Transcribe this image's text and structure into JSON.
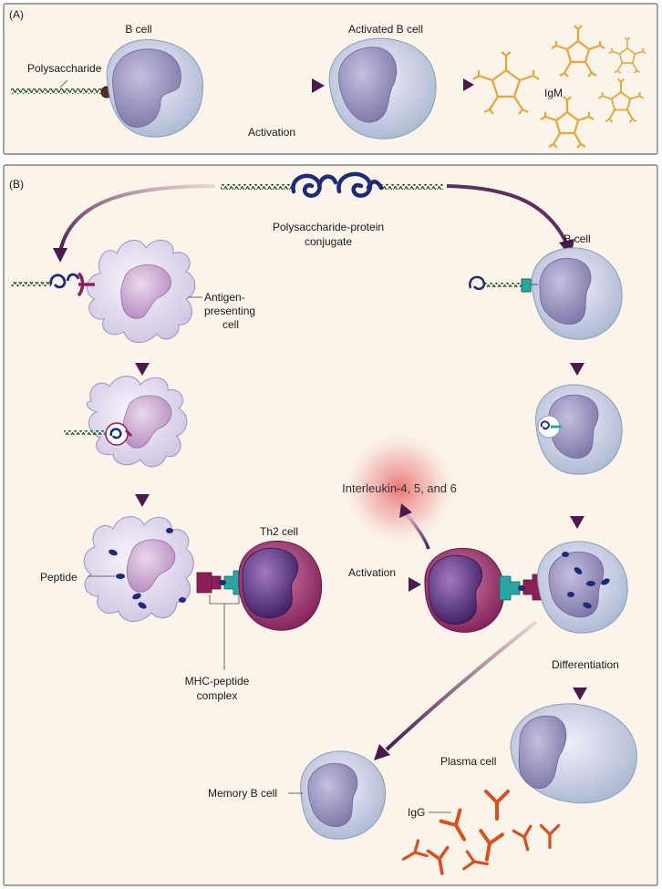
{
  "panel_a": {
    "tag": "(A)",
    "b_cell": "B cell",
    "activated_b_cell": "Activated B cell",
    "polysaccharide": "Polysaccharide",
    "activation": "Activation",
    "igm": "IgM"
  },
  "panel_b": {
    "tag": "(B)",
    "conjugate_line1": "Polysaccharide-protein",
    "conjugate_line2": "conjugate",
    "b_cell": "B cell",
    "apc_line1": "Antigen-",
    "apc_line2": "presenting",
    "apc_line3": "cell",
    "interleukin": "Interleukin-4, 5, and 6",
    "th2_cell": "Th2 cell",
    "peptide": "Peptide",
    "activation": "Activation",
    "mhc_line1": "MHC-peptide",
    "mhc_line2": "complex",
    "differentiation": "Differentiation",
    "plasma_cell": "Plasma cell",
    "memory_b_cell": "Memory B cell",
    "igg": "IgG"
  },
  "colors": {
    "arrow": "#4a1a4f",
    "b_cell": "#c9cde3",
    "b_cell_nucleus": "#8f8ab5",
    "apc": "#e4dcf0",
    "apc_nucleus": "#c9a5cf",
    "th2": "#9b2f6c",
    "th2_nucleus": "#5c2c7a",
    "igm": "#e8a53a",
    "igg": "#d9501c",
    "polysaccharide": "#2f5d3a",
    "protein": "#1e2a7a",
    "mhc_magenta": "#8c1f55",
    "tcr_teal": "#2aa6a0",
    "interleukin_cloud": "#e46060"
  }
}
